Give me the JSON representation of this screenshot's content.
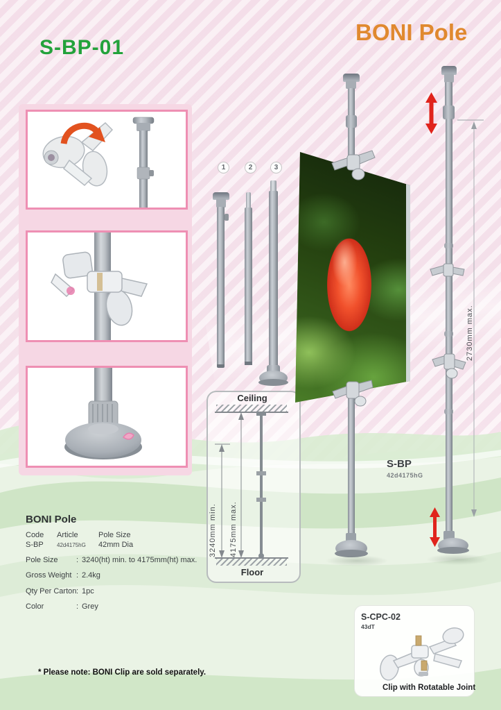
{
  "header": {
    "product_code": "S-BP-01",
    "brand_title": "BONI Pole"
  },
  "parts": {
    "items": [
      {
        "num": "1"
      },
      {
        "num": "2"
      },
      {
        "num": "3"
      }
    ]
  },
  "diagram": {
    "ceiling_label": "Ceiling",
    "floor_label": "Floor",
    "min_height": "3240mm  min.",
    "max_height": "4175mm  max."
  },
  "assembly": {
    "extension_max": "2730mm max.",
    "model_code": "S-BP",
    "article_no": "42d4175hG"
  },
  "specs": {
    "title": "BONI Pole",
    "columns": {
      "code": "Code",
      "article": "Article",
      "pole_size": "Pole Size"
    },
    "row1": {
      "code": "S-BP",
      "article": "42d4175hG",
      "pole_size": "42mm Dia"
    },
    "separator": ":",
    "rows": [
      {
        "label": "Pole Size",
        "value": "3240(ht) min. to 4175mm(ht) max."
      },
      {
        "label": "Gross Weight",
        "value": "2.4kg"
      },
      {
        "label": "Qty Per Carton",
        "value": "1pc"
      },
      {
        "label": "Color",
        "value": "Grey"
      }
    ]
  },
  "note": "* Please note: BONI Clip are sold separately.",
  "accessory": {
    "code": "S-CPC-02",
    "article": "43dT",
    "caption": "Clip with Rotatable Joint"
  },
  "colors": {
    "title_green": "#23a23b",
    "title_orange": "#e0892f",
    "photo_frame_pink": "#ee8fb3",
    "arrow_red": "#e0241c",
    "pole_grey": "#a8aeb5"
  }
}
